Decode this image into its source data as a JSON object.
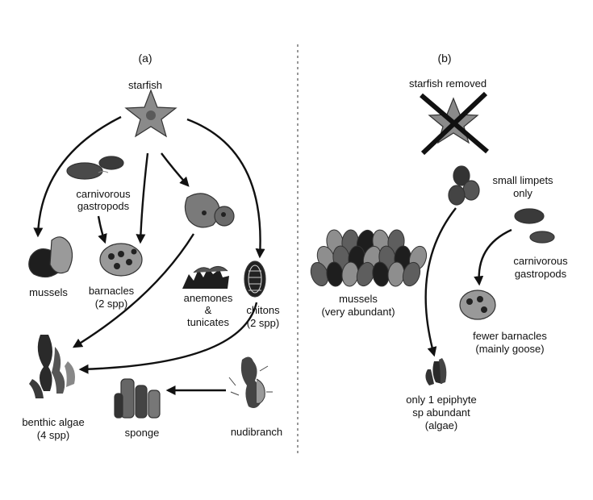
{
  "panels": {
    "a": {
      "label": "(a)",
      "nodes": {
        "starfish": "starfish",
        "carnivorous_gastropods": [
          "carnivorous",
          "gastropods"
        ],
        "mussels": "mussels",
        "barnacles": [
          "barnacles",
          "(2 spp)"
        ],
        "anemones_tunicates": [
          "anemones",
          "&",
          "tunicates"
        ],
        "chitons": [
          "chitons",
          "(2 spp)"
        ],
        "benthic_algae": [
          "benthic algae",
          "(4 spp)"
        ],
        "sponge": "sponge",
        "nudibranch": "nudibranch"
      }
    },
    "b": {
      "label": "(b)",
      "nodes": {
        "starfish_removed": "starfish removed",
        "small_limpets": [
          "small limpets",
          "only"
        ],
        "carnivorous_gastropods": [
          "carnivorous",
          "gastropods"
        ],
        "mussels": [
          "mussels",
          "(very abundant)"
        ],
        "fewer_barnacles": [
          "fewer barnacles",
          "(mainly goose)"
        ],
        "epiphyte": [
          "only 1 epiphyte",
          "sp abundant",
          "(algae)"
        ]
      }
    }
  }
}
